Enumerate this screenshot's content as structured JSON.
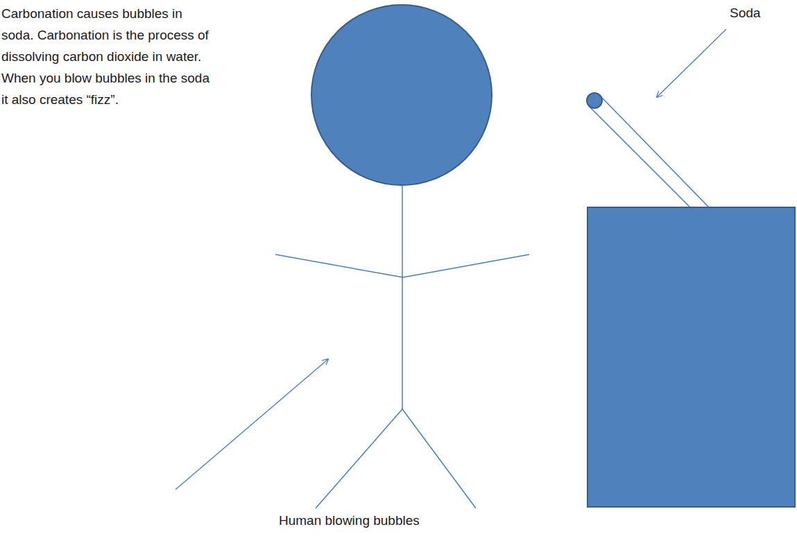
{
  "diagram": {
    "labels": [
      "Carbonation causes bubbles in soda. Carbonation is the process of dissolving carbon dioxide in water. When you blow bubbles in the soda it also creates “fizz”.",
      "Soda",
      "Human blowing bubbles"
    ]
  }
}
